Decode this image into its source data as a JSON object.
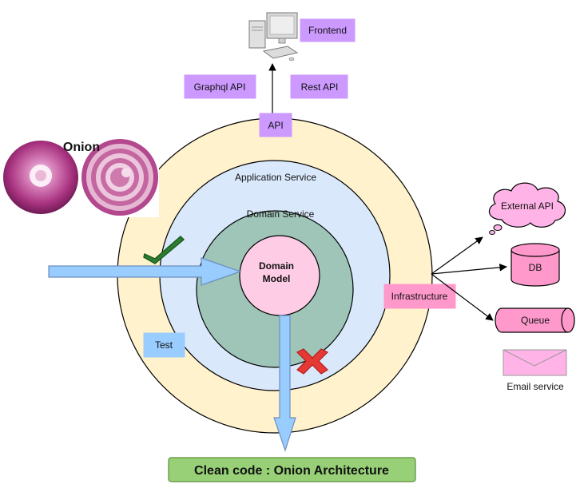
{
  "frontend": {
    "label": "Frontend",
    "icon": "computer-icon"
  },
  "api_labels": {
    "graphql": "Graphql API",
    "rest": "Rest API",
    "api": "API"
  },
  "onion": {
    "title": "Onion",
    "icon": "onion-photo"
  },
  "layers": {
    "infrastructure": "Infrastructure",
    "application": "Application Service",
    "domain_service": "Domain Service",
    "domain_model_line1": "Domain",
    "domain_model_line2": "Model"
  },
  "test_label": "Test",
  "external": {
    "external_api": "External API",
    "db": "DB",
    "queue": "Queue",
    "email": "Email service"
  },
  "footer_title": "Clean code : Onion Architecture",
  "marks": {
    "allowed": "checkmark-icon",
    "forbidden": "cross-icon"
  },
  "colors": {
    "outer_ring": "#fff2cc",
    "application_ring": "#dae8fc",
    "domain_service_ring": "#9fc5b8",
    "domain_model": "#ffcce6",
    "purple": "#cc99ff",
    "pink": "#ff99cc",
    "arrow_blue": "#99ccff",
    "footer_green": "#97d077"
  }
}
